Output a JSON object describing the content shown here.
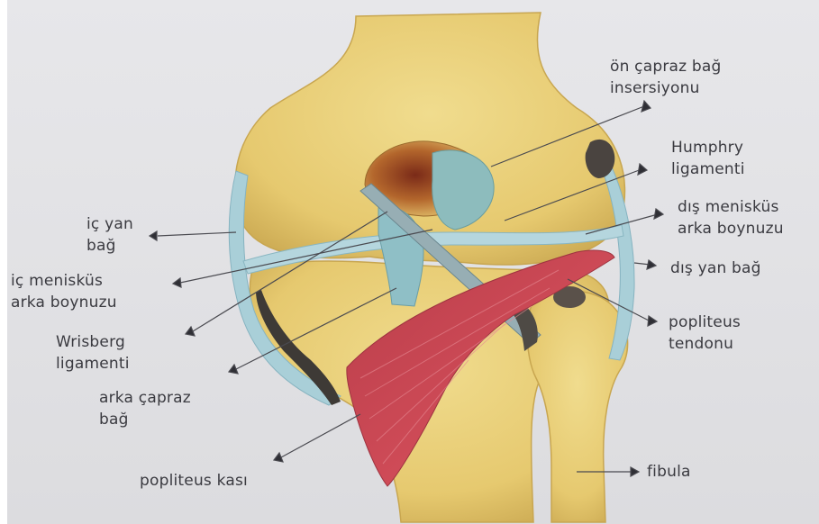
{
  "labels": {
    "on_capraz_bag": [
      "ön çapraz bağ",
      "insersiyonu"
    ],
    "humphry": [
      "Humphry",
      "ligamenti"
    ],
    "dis_menisküs": [
      "dış menisküs",
      "arka boynuzu"
    ],
    "dis_yan_bag": [
      "dış yan bağ"
    ],
    "popliteus_tendonu": [
      "popliteus",
      "tendonu"
    ],
    "fibula": [
      "fibula"
    ],
    "ic_yan_bag": [
      "iç yan",
      "bağ"
    ],
    "ic_meniskus": [
      "iç menisküs",
      "arka boynuzu"
    ],
    "wrisberg": [
      "Wrisberg",
      "ligamenti"
    ],
    "arka_capraz_bag": [
      "arka çapraz",
      "bağ"
    ],
    "popliteus_kasi": [
      "popliteus kası"
    ]
  },
  "colors": {
    "bone": "#e9cf7c",
    "bone_shadow": "#c9aa55",
    "ligament": "#9fcad6",
    "muscle": "#c8454f",
    "leader": "#3a3a40"
  }
}
